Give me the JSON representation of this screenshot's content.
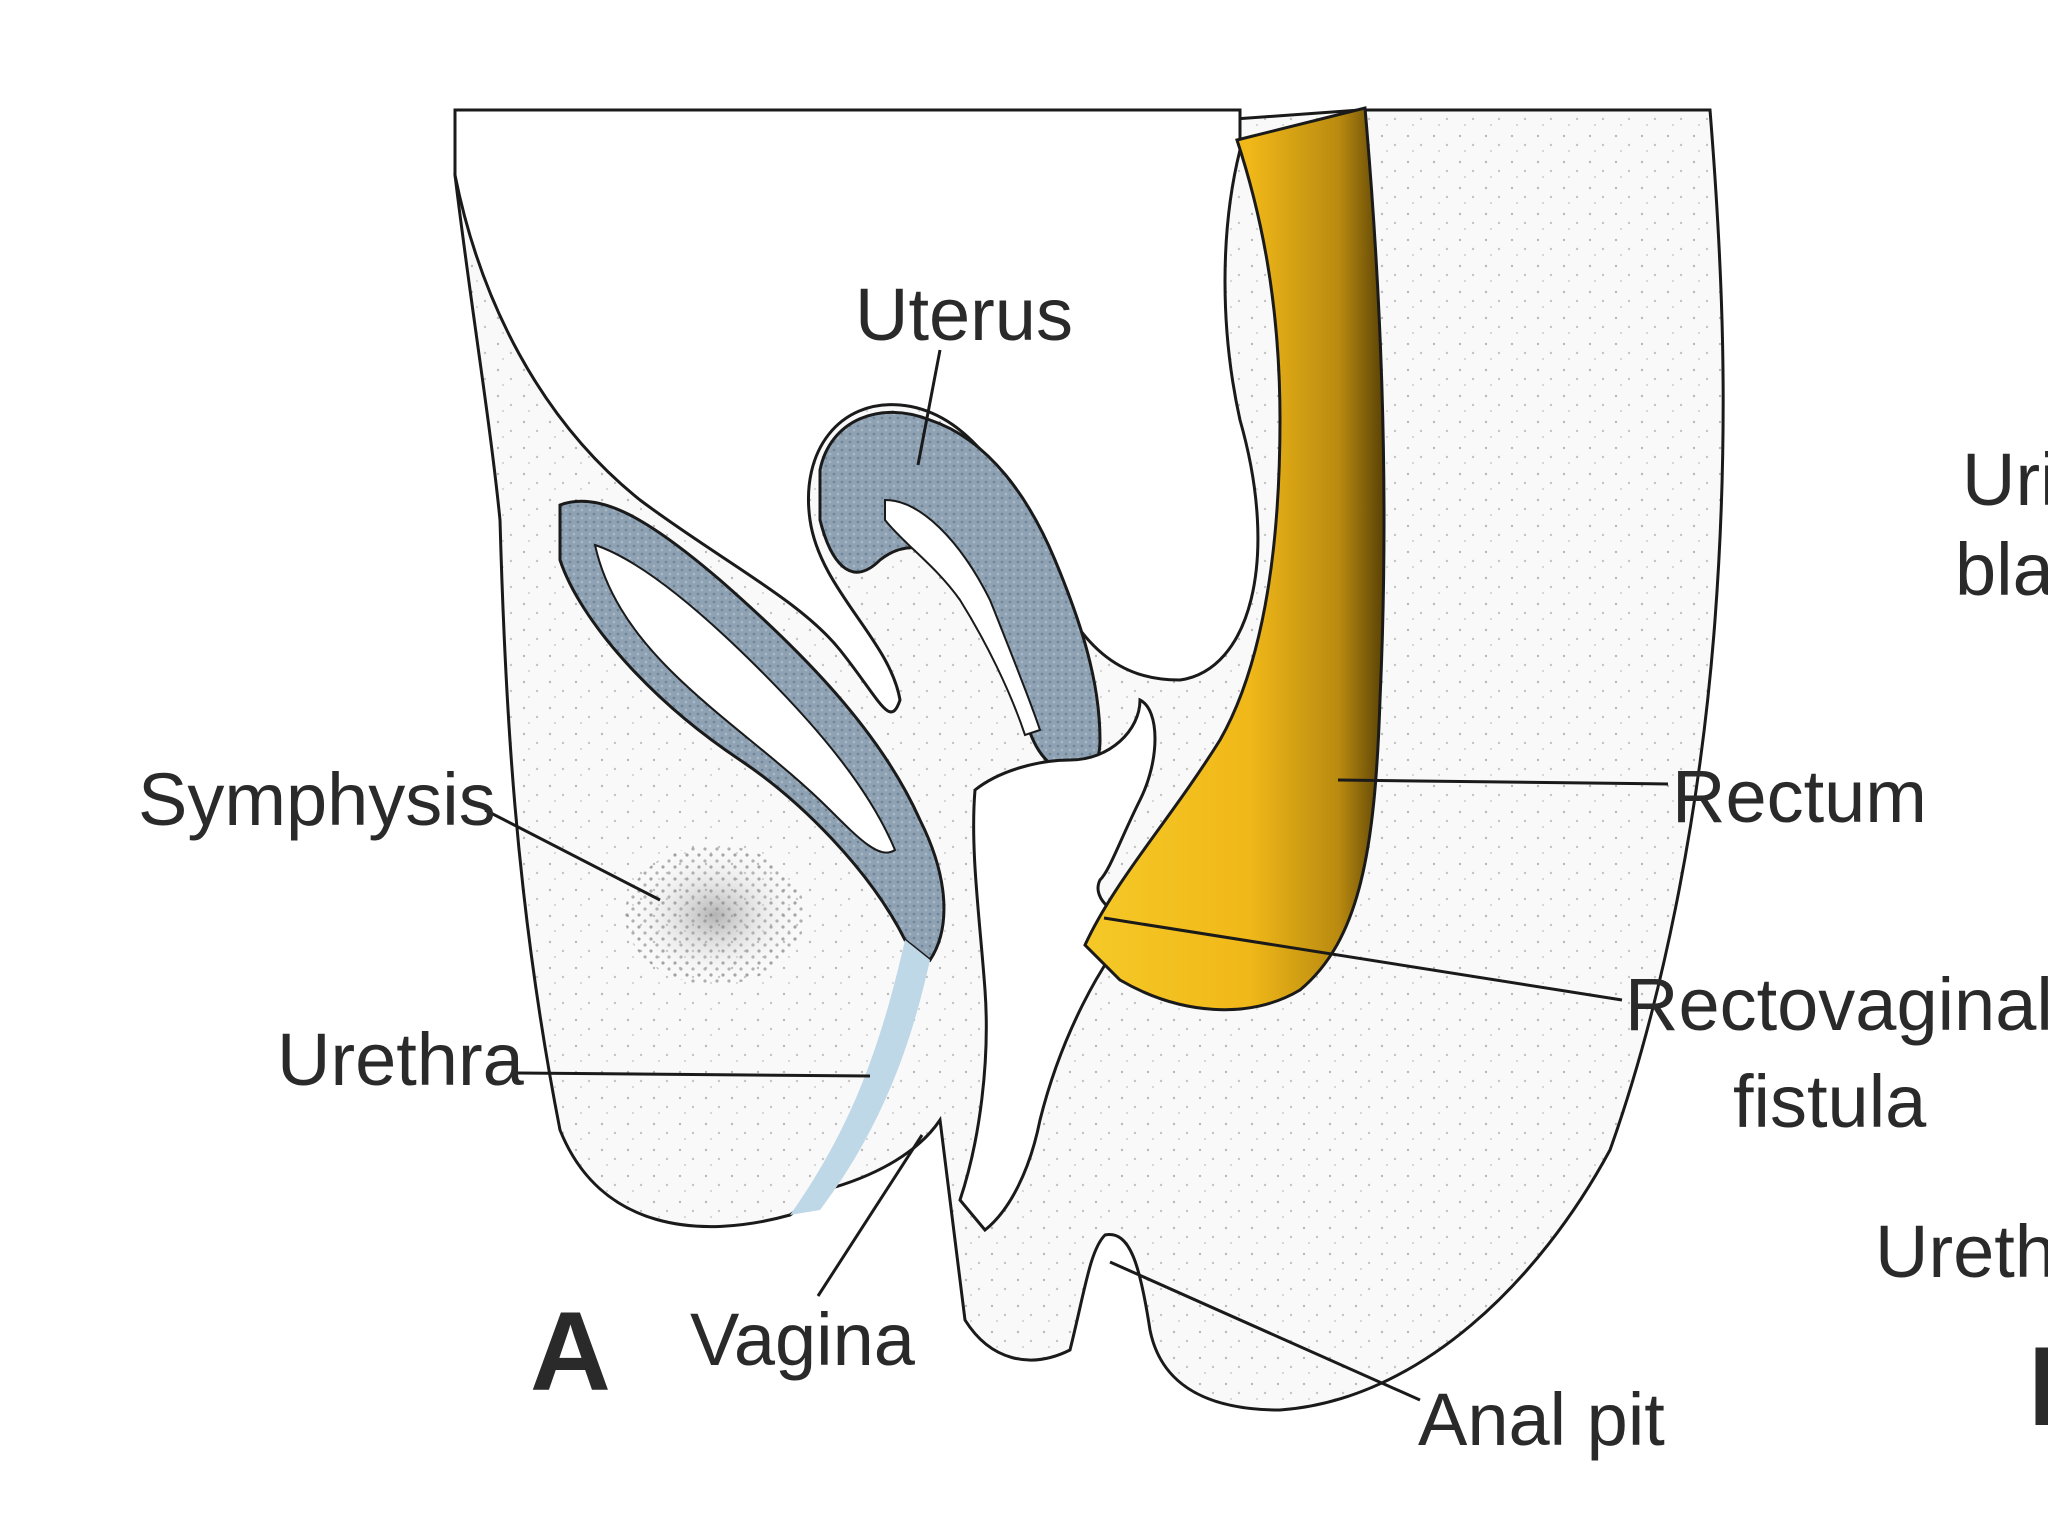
{
  "diagram": {
    "panel_a": "A",
    "labels": {
      "uterus": "Uterus",
      "symphysis": "Symphysis",
      "urethra": "Urethra",
      "vagina": "Vagina",
      "rectum": "Rectum",
      "rectovaginal_line1": "Rectovaginal",
      "rectovaginal_line2": "fistula",
      "anal_pit": "Anal pit"
    },
    "cropped_panel_b": {
      "label_1_line1": "Uri",
      "label_1_line2": "bla",
      "label_2": "Ureth",
      "panel_letter_fragment": "B"
    }
  },
  "colors": {
    "tissue_fill": "#f7f7f7",
    "organ_blue": "#8ea2b4",
    "urethra_lightblue": "#bfd8e8",
    "rectum_yellow": "#f2bf1c",
    "rectum_shadow": "#8a6508",
    "line": "#1a1a1a"
  }
}
